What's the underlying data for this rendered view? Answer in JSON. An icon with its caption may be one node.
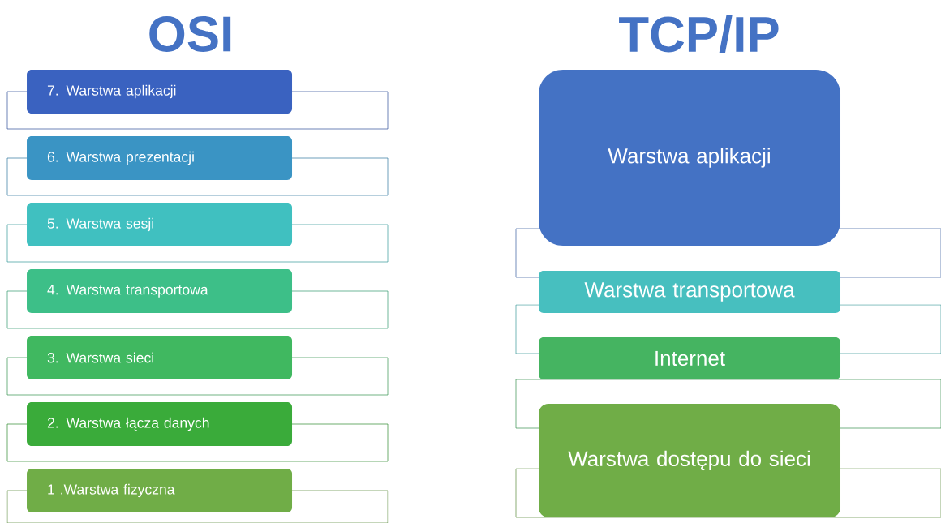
{
  "diagram": {
    "nodes": [
      {
        "text": [
          "7. Warstwa aplikacji"
        ]
      },
      {
        "text": [
          "6. Warstwa prezentacji"
        ]
      },
      {
        "text": [
          "5. Warstwa sesji"
        ]
      },
      {
        "text": [
          "4. Warstwa transportowa"
        ]
      },
      {
        "text": [
          "3. Warstwa sieci"
        ]
      },
      {
        "text": [
          "2. Warstwa łącza danych"
        ]
      },
      {
        "text": [
          "1 .Warstwa fizyczna"
        ]
      },
      {
        "text": [
          "Warstwa aplikacji"
        ]
      },
      {
        "text": [
          "Warstwa transportowa"
        ]
      },
      {
        "text": [
          "Internet"
        ]
      },
      {
        "text": [
          "Warstwa dostępu do sieci"
        ]
      }
    ],
    "labels": [
      "OSI",
      "TCP/IP"
    ]
  }
}
